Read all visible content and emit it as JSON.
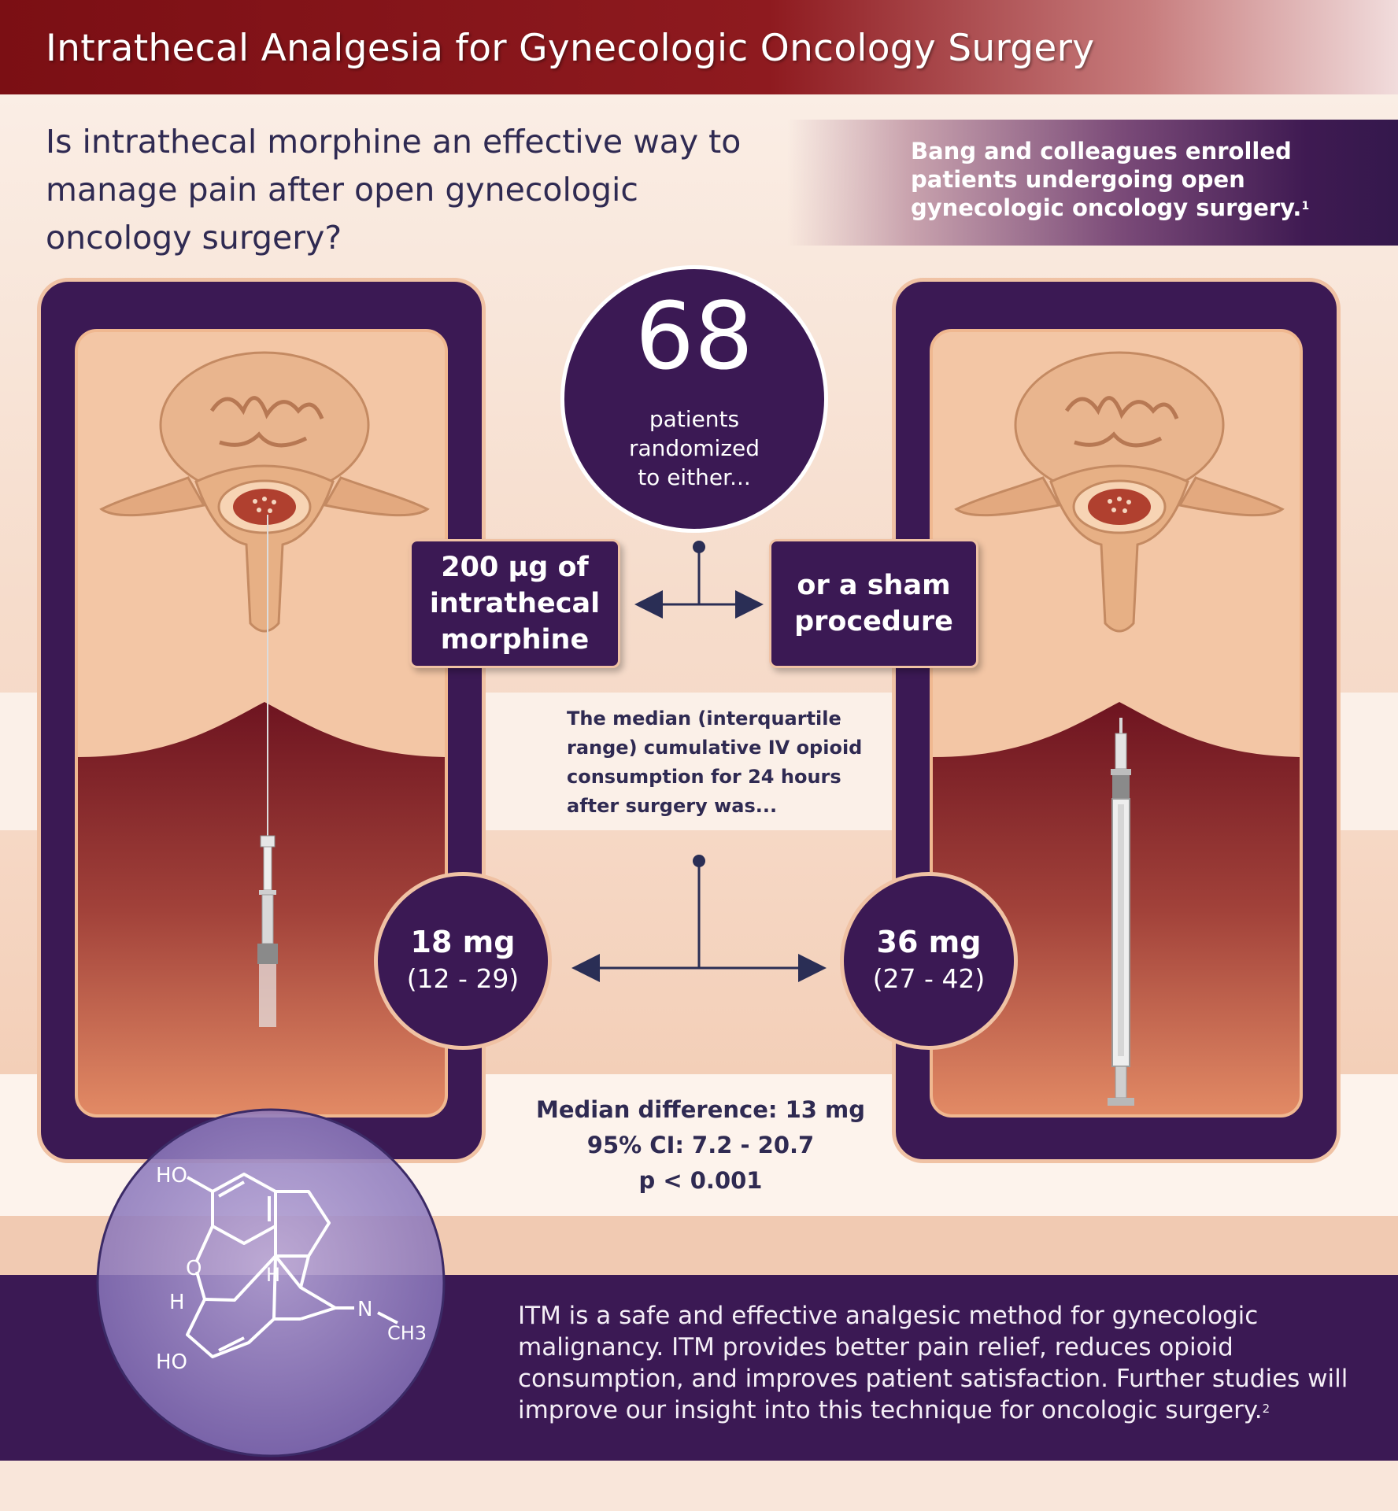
{
  "header": {
    "title": "Intrathecal Analgesia for Gynecologic Oncology Surgery"
  },
  "question": "Is intrathecal morphine an effective way to manage pain after open gynecologic oncology surgery?",
  "enrollment": {
    "text": "Bang and colleagues enrolled patients undergoing open gynecologic oncology surgery.",
    "ref": "1"
  },
  "randomized": {
    "count": "68",
    "line1": "patients",
    "line2": "randomized",
    "line3": "to either..."
  },
  "options": {
    "itm": {
      "line1": "200 µg of",
      "line2": "intrathecal",
      "line3": "morphine"
    },
    "sham": {
      "line1": "or a sham",
      "line2": "procedure"
    }
  },
  "median_description": "The median (interquartile range) cumulative IV opioid consumption for 24 hours after surgery was...",
  "results": {
    "itm": {
      "value": "18 mg",
      "iqr": "(12 - 29)"
    },
    "sham": {
      "value": "36 mg",
      "iqr": "(27 - 42)"
    }
  },
  "stats": {
    "difference": "Median difference: 13 mg",
    "ci": "95% CI: 7.2 - 20.7",
    "p": "p < 0.001"
  },
  "conclusion": {
    "text": "ITM is a safe and effective analgesic method for gynecologic malignancy. ITM provides better pain relief, reduces opioid consumption, and improves patient satisfaction. Further studies will improve our insight into this technique for oncologic surgery.",
    "ref": "2"
  },
  "molecule": {
    "ho_top": "HO",
    "o": "O",
    "h_left": "H",
    "h_mid": "H",
    "n": "N",
    "ch3": "CH3",
    "ho_bottom": "HO"
  },
  "colors": {
    "header_red": "#7b0f14",
    "panel_purple": "#3b1954",
    "text_navy": "#2f2a52",
    "skin": "#f2c5a4",
    "tissue_red": "#7a1a22"
  }
}
